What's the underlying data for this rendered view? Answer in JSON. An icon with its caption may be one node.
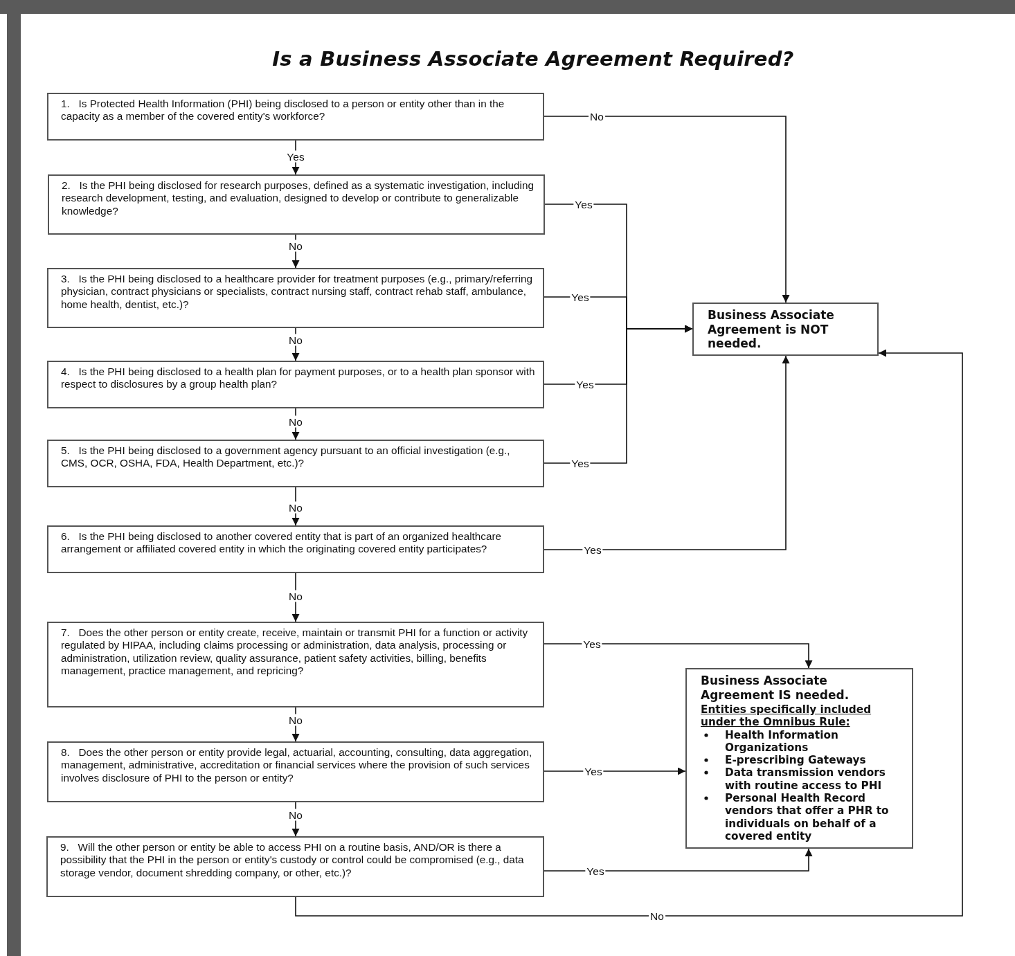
{
  "diagram": {
    "title": "Is a Business Associate Agreement Required?",
    "nodes": [
      {
        "text": [
          "1.   Is Protected Health Information (PHI) being disclosed to a person or entity other than in the capacity as a member of the covered entity's workforce?"
        ]
      },
      {
        "text": [
          "2.   Is the PHI being disclosed for research purposes, defined as a systematic investigation, including research development, testing, and evaluation, designed to develop or contribute to generalizable knowledge?"
        ]
      },
      {
        "text": [
          "3.   Is the PHI being disclosed to a healthcare provider for treatment purposes (e.g., primary/referring physician, contract physicians or specialists, contract nursing staff, contract rehab staff, ambulance, home health, dentist, etc.)?"
        ]
      },
      {
        "text": [
          "4.   Is the PHI being disclosed to a health plan for payment purposes, or to a health plan sponsor with respect to disclosures by a group health plan?"
        ]
      },
      {
        "text": [
          "5.   Is the PHI being disclosed to a government agency pursuant to an official investigation (e.g., CMS, OCR, OSHA, FDA, Health Department, etc.)?"
        ]
      },
      {
        "text": [
          "6.   Is the PHI being disclosed to another covered entity that is part of an organized healthcare arrangement or affiliated covered entity in which the originating covered entity participates?"
        ]
      },
      {
        "text": [
          "7.   Does the other person or entity create, receive, maintain or transmit PHI for a function or activity regulated by HIPAA, including claims processing or administration, data analysis, processing or administration, utilization review, quality assurance, patient safety activities, billing, benefits management, practice management, and repricing?"
        ]
      },
      {
        "text": [
          "8.   Does the other person or entity provide legal, actuarial, accounting, consulting, data aggregation, management, administrative, accreditation or financial services where the provision of such services involves disclosure of PHI to the person or entity?"
        ]
      },
      {
        "text": [
          "9.   Will the other person or entity be able to access PHI on a routine basis, AND/OR is there a possibility that the PHI in the person or entity's custody or control could be compromised (e.g., data storage vendor, document shredding company, or other, etc.)?"
        ]
      },
      {
        "text": [
          "Business Associate Agreement is NOT needed."
        ]
      },
      {
        "text": [
          "Business Associate Agreement  IS needed.",
          "Entities specifically included under the Omnibus Rule:",
          "Health Information Organizations",
          "E-prescribing Gateways",
          "Data transmission vendors with routine access to PHI",
          "Personal Health Record vendors that offer a PHR to individuals on behalf of a covered entity"
        ]
      }
    ],
    "edges": [
      {
        "from": 0,
        "to": 9,
        "arrow": "to",
        "label": "No"
      },
      {
        "from": 0,
        "to": 1,
        "arrow": "to",
        "label": "Yes"
      },
      {
        "from": 1,
        "to": 9,
        "arrow": "to",
        "label": "Yes"
      },
      {
        "from": 1,
        "to": 2,
        "arrow": "to",
        "label": "No"
      },
      {
        "from": 2,
        "to": 9,
        "arrow": "to",
        "label": "Yes"
      },
      {
        "from": 2,
        "to": 3,
        "arrow": "to",
        "label": "No"
      },
      {
        "from": 3,
        "to": 9,
        "arrow": "to",
        "label": "Yes"
      },
      {
        "from": 3,
        "to": 4,
        "arrow": "to",
        "label": "No"
      },
      {
        "from": 4,
        "to": 9,
        "arrow": "to",
        "label": "Yes"
      },
      {
        "from": 4,
        "to": 5,
        "arrow": "to",
        "label": "No"
      },
      {
        "from": 5,
        "to": 9,
        "arrow": "to",
        "label": "Yes"
      },
      {
        "from": 5,
        "to": 6,
        "arrow": "to",
        "label": "No"
      },
      {
        "from": 6,
        "to": 10,
        "arrow": "to",
        "label": "Yes"
      },
      {
        "from": 6,
        "to": 7,
        "arrow": "to",
        "label": "No"
      },
      {
        "from": 7,
        "to": 10,
        "arrow": "to",
        "label": "Yes"
      },
      {
        "from": 7,
        "to": 8,
        "arrow": "to",
        "label": "No"
      },
      {
        "from": 8,
        "to": 10,
        "arrow": "to",
        "label": "Yes"
      },
      {
        "from": 8,
        "to": 9,
        "arrow": "to",
        "label": "No"
      }
    ]
  }
}
